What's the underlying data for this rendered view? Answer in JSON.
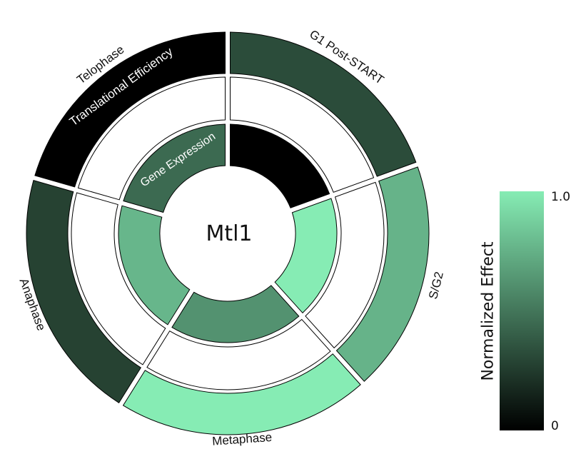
{
  "title": "Mtl1",
  "phases": [
    "G1 Post-START",
    "S/G2",
    "Metaphase",
    "Anaphase",
    "Telophase"
  ],
  "chart_data": {
    "type": "radial-heatmap",
    "title": "Mtl1",
    "categories": [
      "G1 Post-START",
      "S/G2",
      "Metaphase",
      "Anaphase",
      "Telophase"
    ],
    "series": [
      {
        "name": "Gene Expression",
        "values": [
          0.0,
          1.0,
          0.62,
          0.77,
          0.45
        ]
      },
      {
        "name": "",
        "values": [
          null,
          null,
          null,
          null,
          null
        ]
      },
      {
        "name": "Translational Efficiency",
        "values": [
          0.32,
          0.76,
          1.0,
          0.28,
          0.0
        ]
      }
    ],
    "colorbar": {
      "label": "Normalized Effect",
      "min_label": "0",
      "max_label": "1.0",
      "range": [
        0,
        1
      ],
      "color_low": "#000000",
      "color_high": "#86ecb4"
    }
  }
}
